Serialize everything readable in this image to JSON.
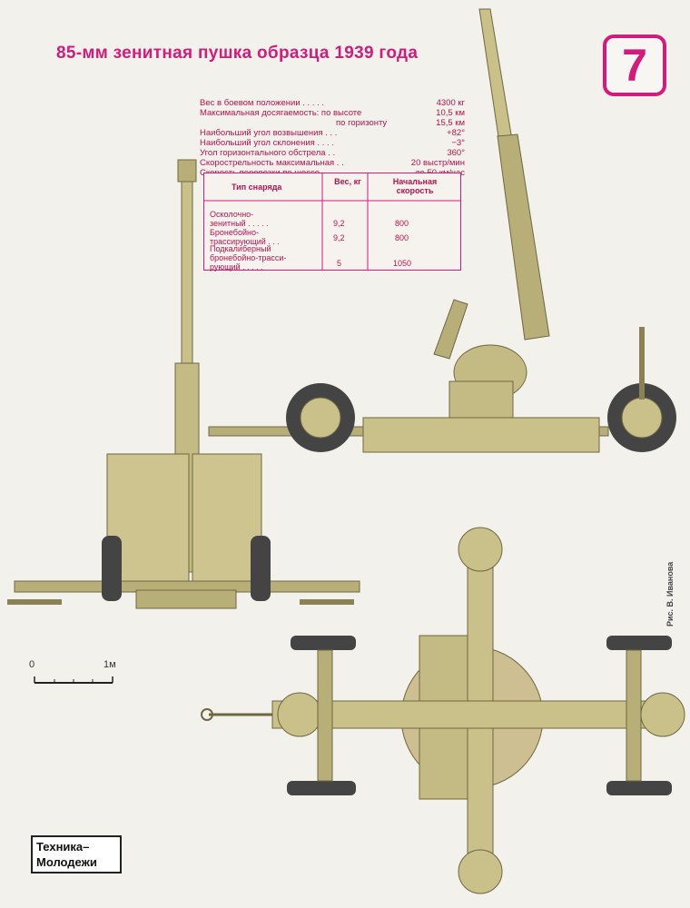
{
  "title": "85-мм зенитная пушка образца 1939 года",
  "page_number": "7",
  "specs": [
    {
      "label": "Вес в боевом положении . . . . .",
      "value": "4300 кг"
    },
    {
      "label": "Максимальная досягаемость: по высоте",
      "value": "10,5 км"
    },
    {
      "label": "по горизонту",
      "value": "15,5 км"
    },
    {
      "label": "Наибольший угол возвышения . . .",
      "value": "+82°"
    },
    {
      "label": "Наибольший угол склонения . . . .",
      "value": "−3°"
    },
    {
      "label": "Угол горизонтального обстрела . .",
      "value": "360°"
    },
    {
      "label": "Скорострельность максимальная . .",
      "value": "20 выстр/мин"
    },
    {
      "label": "Скорость перевозки по шоссе . .",
      "value": "до 50 км/час"
    }
  ],
  "ammo_table": {
    "headers": [
      "Тип снаряда",
      "Вес, кг",
      "Начальная скорость"
    ],
    "rows": [
      {
        "type": "Осколочно-\nзенитный . . . . .",
        "weight": "9,2",
        "velocity": "800"
      },
      {
        "type": "Бронебойно-\nтрассирующий . . .",
        "weight": "9,2",
        "velocity": "800"
      },
      {
        "type": "Подкалиберный\nбронебойно-трасси-\nрующий . . . . .",
        "weight": "5",
        "velocity": "1050"
      }
    ]
  },
  "scale": {
    "zero": "0",
    "one": "1м"
  },
  "credit": "Рис. В. Иванова",
  "logo": {
    "line1": "Техника–",
    "line2": "Молодежи"
  },
  "colors": {
    "accent": "#d41a7a",
    "gun": "#c9c08a",
    "gun_dark": "#8a8255",
    "tire": "#444444"
  }
}
